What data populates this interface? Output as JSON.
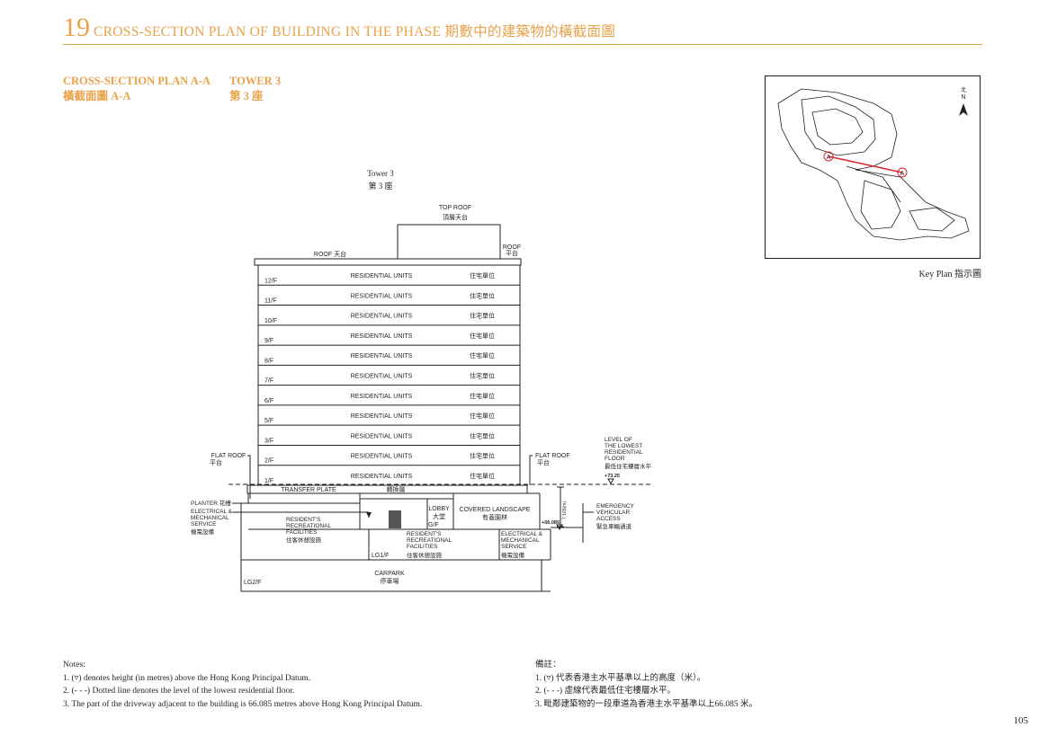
{
  "header": {
    "section_number": "19",
    "title": "CROSS-SECTION PLAN OF BUILDING IN THE PHASE 期數中的建築物的橫截面圖"
  },
  "subtitle": {
    "plan_en": "CROSS-SECTION PLAN A-A",
    "plan_zh": "橫截面圖 A-A",
    "tower_en": "TOWER 3",
    "tower_zh": "第 3 座"
  },
  "diagram": {
    "tower_en": "Tower 3",
    "tower_zh": "第 3 座",
    "top_roof_en": "TOP ROOF",
    "top_roof_zh": "頂層天台",
    "roof_left": "ROOF  天台",
    "roof_right_en": "ROOF",
    "roof_right_zh": "平台",
    "floors": [
      {
        "level": "12/F",
        "use_en": "RESIDENTIAL UNITS",
        "use_zh": "住宅單位"
      },
      {
        "level": "11/F",
        "use_en": "RESIDENTIAL UNITS",
        "use_zh": "住宅單位"
      },
      {
        "level": "10/F",
        "use_en": "RESIDENTIAL UNITS",
        "use_zh": "住宅單位"
      },
      {
        "level": "9/F",
        "use_en": "RESIDENTIAL UNITS",
        "use_zh": "住宅單位"
      },
      {
        "level": "8/F",
        "use_en": "RESIDENTIAL UNITS",
        "use_zh": "住宅單位"
      },
      {
        "level": "7/F",
        "use_en": "RESIDENTIAL UNITS",
        "use_zh": "住宅單位"
      },
      {
        "level": "6/F",
        "use_en": "RESIDENTIAL UNITS",
        "use_zh": "住宅單位"
      },
      {
        "level": "5/F",
        "use_en": "RESIDENTIAL UNITS",
        "use_zh": "住宅單位"
      },
      {
        "level": "3/F",
        "use_en": "RESIDENTIAL UNITS",
        "use_zh": "住宅單位"
      },
      {
        "level": "2/F",
        "use_en": "RESIDENTIAL UNITS",
        "use_zh": "住宅單位"
      },
      {
        "level": "1/F",
        "use_en": "RESIDENTIAL UNITS",
        "use_zh": "住宅單位"
      }
    ],
    "flat_roof_left_en": "FLAT ROOF",
    "flat_roof_left_zh": "平台",
    "flat_roof_right_en": "FLAT ROOF",
    "flat_roof_right_zh": "平台",
    "lowest_floor": [
      "LEVEL OF",
      "THE LOWEST",
      "RESIDENTIAL",
      "FLOOR",
      "最低住宅樓層水平"
    ],
    "level_mark": "+73.25",
    "transfer_plate_en": "TRANSFER PLATE",
    "transfer_plate_zh": "轉換層",
    "planter": "PLANTER 花槽",
    "em_left": [
      "ELECTRICAL &",
      "MECHANICAL",
      "SERVICE",
      "機電設備"
    ],
    "rec_left": [
      "RESIDENT'S",
      "RECREATIONAL",
      "FACILITIES",
      "住客休憩設施"
    ],
    "lobby_en": "LOBBY",
    "lobby_zh": "大堂",
    "gf": "G/F",
    "covered_en": "COVERED LANDSCAPE",
    "covered_zh": "有蓋園林",
    "dim_label": "7.165(m)",
    "driveway_level": "+66.085",
    "emergency": [
      "EMERGENCY",
      "VEHICULAR",
      "ACCESS",
      "緊急車輛通道"
    ],
    "lg1": "LG1/F",
    "rec_lg1": [
      "RESIDENT'S",
      "RECREATIONAL",
      "FACILITIES",
      "住客休憩設施"
    ],
    "em_lg1": [
      "ELECTRICAL &",
      "MECHANICAL",
      "SERVICE",
      "機電設備"
    ],
    "carpark_en": "CARPARK",
    "carpark_zh": "停車場",
    "lg2": "LG2/F"
  },
  "key_plan": {
    "label": "Key Plan 指示圖",
    "north_zh": "北",
    "north_en": "N",
    "section_marker": "A"
  },
  "notes": {
    "en_heading": "Notes:",
    "en": [
      "1. (▿) denotes height (in metres) above the Hong Kong Principal Datum.",
      "2. (- - -) Dotted line denotes the level of the lowest residential floor.",
      "3. The part of the driveway adjacent to the building is 66.085 metres above Hong Kong Principal Datum."
    ],
    "zh_heading": "備註：",
    "zh": [
      "1. (▿) 代表香港主水平基準以上的高度（米）。",
      "2. (- - -) 虛線代表最低住宅樓層水平。",
      "3. 毗鄰建築物的一段車道為香港主水平基準以上66.085 米。"
    ]
  },
  "page_number": "105",
  "colors": {
    "accent": "#e8a24a",
    "line": "#231f20",
    "marker": "#d7262e"
  }
}
